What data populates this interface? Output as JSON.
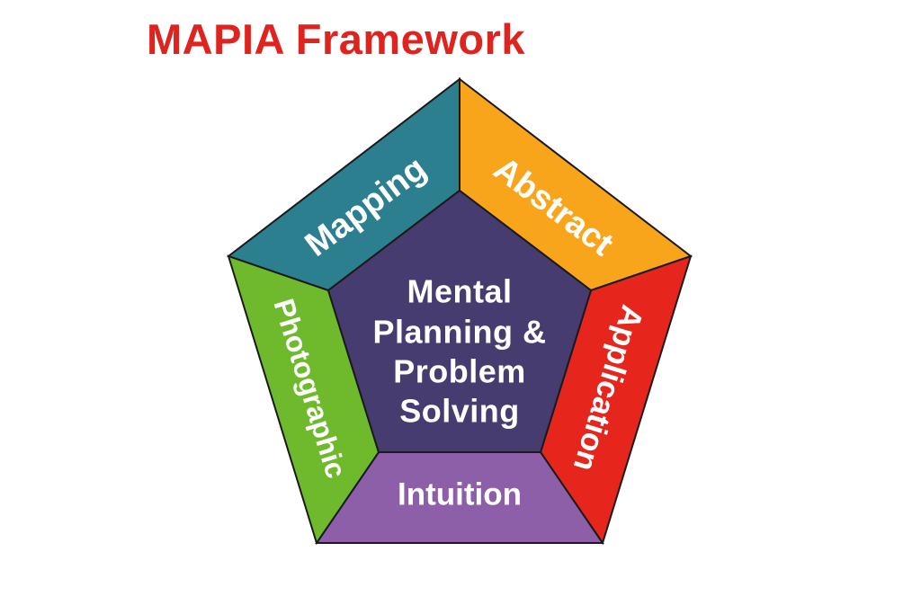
{
  "title": {
    "text": "MAPIA Framework",
    "color": "#DF231F"
  },
  "pentagon": {
    "outline_color": "#1A1A1A",
    "label_color": "#FFFFFF",
    "center": {
      "lines": [
        "Mental",
        "Planning &",
        "Problem",
        "Solving"
      ],
      "fill": "#473C6F",
      "text_color": "#FFFFFF"
    },
    "segments": [
      {
        "id": "mapping",
        "label": "Mapping",
        "fill": "#2B7F8E"
      },
      {
        "id": "abstract",
        "label": "Abstract",
        "fill": "#F9A51C"
      },
      {
        "id": "application",
        "label": "Application",
        "fill": "#E6251C"
      },
      {
        "id": "intuition",
        "label": "Intuition",
        "fill": "#8D5FA8"
      },
      {
        "id": "photographic",
        "label": "Photographic",
        "fill": "#6FBA2C"
      }
    ]
  }
}
